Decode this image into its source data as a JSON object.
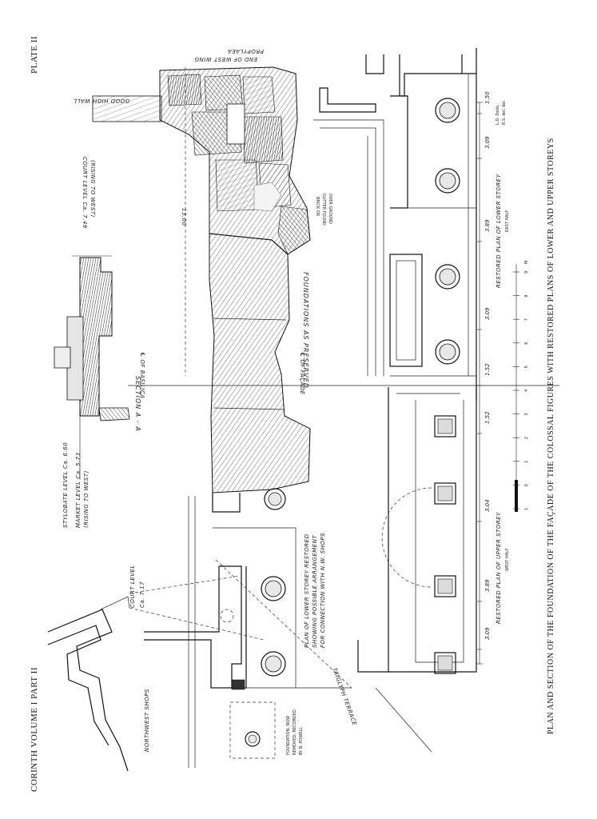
{
  "header": {
    "running_head": "CORINTH  VOLUME I  PART II",
    "plate_label": "PLATE II"
  },
  "caption": "PLAN AND SECTION OF THE FOUNDATION OF THE FAÇADE OF THE COLOSSAL FIGURES WITH RESTORED PLANS OF LOWER AND UPPER STOREYS",
  "labels": {
    "propylaea": "PROPYLAEA",
    "end_west_wing": "END OF WEST WING",
    "good_high_wall": "GOOD HIGH WALL",
    "court_level_east": "COURT LEVEL Ca. 7.49",
    "court_level_east_note": "(RISING TO WEST)",
    "section_aa": "SECTION  A - A",
    "dim_13": "13.00",
    "stylobate": "STYLOBATE LEVEL Ca. 6.60",
    "market_level": "MARKET LEVEL Ca. 5.73",
    "market_level_note": "(RISING TO WEST)",
    "axis_basilica": "℄ OF BASILICA",
    "axis_facade": "℄ OF FAÇADE",
    "foundations": "FOUNDATIONS  AS  PRESERVED",
    "brick_gutter_1": "BRICK OR",
    "brick_gutter_2": "GUTTER FOUND",
    "brick_gutter_3": "OVER GROUND",
    "court_level_west": "COURT LEVEL",
    "court_level_west_val": "Ca. 7.17",
    "lower_storey_1": "PLAN OF LOWER STOREY  RESTORED",
    "lower_storey_2": "SHOWING POSSIBLE ARRANGEMENT",
    "lower_storey_3": "FOR CONNECTION WITH N.W. SHOPS",
    "triglyph_terrace": "TRIGLYPH  TERRACE",
    "northwest_shops": "NORTHWEST  SHOPS",
    "foundation_removed_1": "FOUNDATION, NOW",
    "foundation_removed_2": "REMOVED, RECORDED",
    "foundation_removed_3": "BY B. POWELL",
    "restored_lower_east": "RESTORED  PLAN  OF  LOWER  STOREY",
    "restored_lower_east_half": "EAST  HALF",
    "restored_upper_west": "RESTORED  PLAN  OF  UPPER  STOREY",
    "restored_upper_west_half": "WEST  HALF",
    "credit_1": "L.D. Dekk.",
    "credit_2": "R.S. del. del."
  },
  "dimensions": [
    "3.09",
    "3.89",
    "3.04",
    "1.52",
    "1.52",
    "3.09",
    "3.89",
    "3.09",
    "1.50"
  ],
  "scale": {
    "ticks": [
      "1",
      "0",
      "1",
      "2",
      "3",
      "4",
      "5",
      "6",
      "7",
      "8",
      "9"
    ],
    "unit": "M"
  }
}
